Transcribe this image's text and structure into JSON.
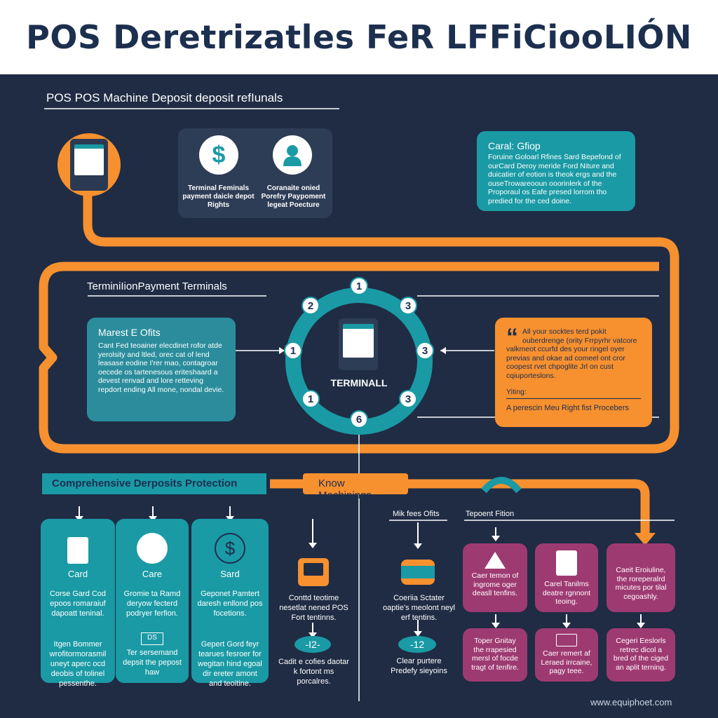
{
  "title": "POS Deretrizatles FeR LFFiCiooLIÓN",
  "subtitle": "POS POS Machine Deposit deposit refIunals",
  "top_icons": [
    {
      "icon": "dollar-icon",
      "label": "Terminal Feminals payment daicle depot Rights"
    },
    {
      "icon": "user-icon",
      "label": "Coranaite onied Porefry Paypoment legeat Poecture"
    }
  ],
  "card_info": {
    "title": "Caral: Gfiop",
    "body": "Foruine Goloarl Rfines Sard Bepefond of ourCard Deroy meride Ford Niture and duicatier of eotion is theok ergs and the ouseTrowareooun ooorinlerk of the Proporaul os Eafe presed lorrom tho predied for the ced doine."
  },
  "section_terminals": "TerminiIionPayment Terminals",
  "market_card": {
    "title": "Marest E Ofits",
    "body": "Cant Fed teoainer elecdinet rofor atde yerolsity and ltled, orec cat of lend leasase eodine I'rer mao, contagroar oecede os tartenesous eriteshaard a devest renvad and lore retteving repdort ending All mone, nondal devie."
  },
  "terminal": {
    "label": "TERMINALL",
    "badges": [
      "1",
      "2",
      "3",
      "1",
      "3",
      "1",
      "3",
      "6"
    ]
  },
  "quote_card": {
    "quote_mark": "“",
    "body": "All your socktes terd pokit ouberdrenge (ority Frrpyrhr vatcore valkmeot ccurfd des your ringel oyer previas and okae ad comeel ont cror coopest rvet chpoglite Jrl on cust cqiuporteslons.",
    "label": "Yiting:",
    "footer": "A perescin Meu Right fist Procebers"
  },
  "protection_banner": "Comprehensive Derposits Protection",
  "know_banner": "Know Mechinings",
  "teal_columns": [
    {
      "icon": "document-icon",
      "title": "Card",
      "text": "Corse Gard Cod epoos romaraiuf dapoatt teninal.",
      "icon2": "",
      "text2": "Itgen Bommer wrofitormorasmil uneyt aperc ocd deobis of tolinel pessenthe."
    },
    {
      "icon": "document-circle-icon",
      "title": "Care",
      "text": "Gromie ta Ramd deryow fecterd podryer ferfion.",
      "icon2": "DS",
      "text2": "Ter sersemand depsit the pepost haw"
    },
    {
      "icon": "dollar-circle-icon",
      "title": "Sard",
      "text": "Geponet Pamtert daresh enllond pos focetions.",
      "icon2": "",
      "text2": "Gepert Gord feyr tearues fesroer for wegitan hind egoal dir ereter amont and teoitine."
    }
  ],
  "mid_a": {
    "text": "Conttd teotime nesetlat nened POS Fort tentinns.",
    "pill": "-I2-",
    "text2": "Cadit e cofies daotar k fortont ms porcalres."
  },
  "mid_b": {
    "heading": "Mik fees Ofits",
    "text": "Coeriia Sctater oaptie's meolont neyl erf tentins.",
    "pill": "-12",
    "text2": "Clear purtere Predefy sieyoins"
  },
  "magenta": {
    "heading": "Tepoent Fition",
    "top": [
      {
        "icon": "warning-icon",
        "text": "Caer temon of ingrome oger deasll tenfins."
      },
      {
        "icon": "document-icon",
        "text": "Carel Tanilms deatre rgnnont teoing."
      },
      {
        "icon": "",
        "text": "Caeit Eroiuline, the roreperalrd micutes por tilal cegoashly."
      }
    ],
    "bottom": [
      {
        "icon": "",
        "text": "Toper Gnitay the rrapesied mersl of focde tragt of tenfire."
      },
      {
        "icon": "card-icon",
        "text": "Caer remert af Leraed irrcaine, pagy teee."
      },
      {
        "icon": "",
        "text": "Cegeri Eeslorls retrec dicol a bred of the ciged an aplit terning."
      }
    ]
  },
  "footer_url": "www.equiphoet.com",
  "colors": {
    "navy": "#1f2c44",
    "orange": "#f7902f",
    "teal": "#1a9aa5",
    "magenta": "#9e3a72"
  }
}
